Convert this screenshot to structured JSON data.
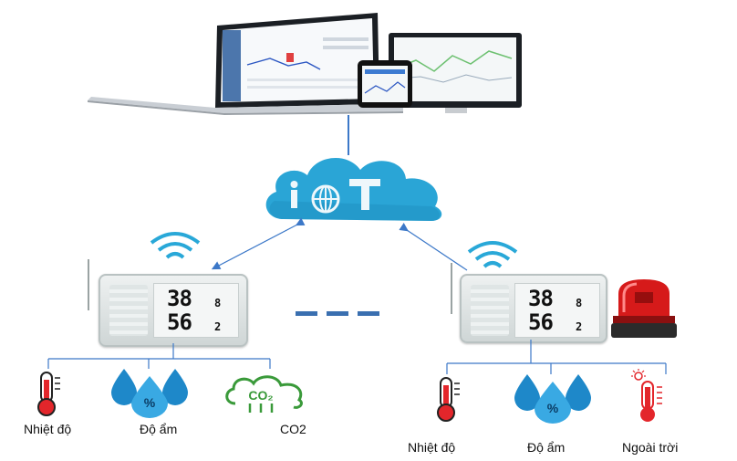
{
  "cloud": {
    "logo_text": "IoT"
  },
  "left_group": {
    "display": {
      "value_top": "38",
      "decimal_top": "8",
      "value_bottom": "56",
      "decimal_bottom": "2"
    },
    "sensors": [
      {
        "icon": "thermometer-icon",
        "label": "Nhiệt độ"
      },
      {
        "icon": "humidity-drops-icon",
        "label": "Độ ẩm"
      },
      {
        "icon": "co2-icon",
        "label": "CO2"
      }
    ]
  },
  "right_group": {
    "display": {
      "value_top": "38",
      "decimal_top": "8",
      "value_bottom": "56",
      "decimal_bottom": "2"
    },
    "sensors": [
      {
        "icon": "thermometer-icon",
        "label": "Nhiệt độ"
      },
      {
        "icon": "humidity-drops-icon",
        "label": "Độ ẩm"
      },
      {
        "icon": "outdoor-thermometer-icon",
        "label": "Ngoài trời"
      }
    ]
  },
  "colors": {
    "cloud": "#2aa5d6",
    "link": "#3c78c8",
    "wifi": "#29a8d8",
    "thermo": "#e3262b",
    "drop": "#1e88c9",
    "co2": "#3a9a3a"
  }
}
